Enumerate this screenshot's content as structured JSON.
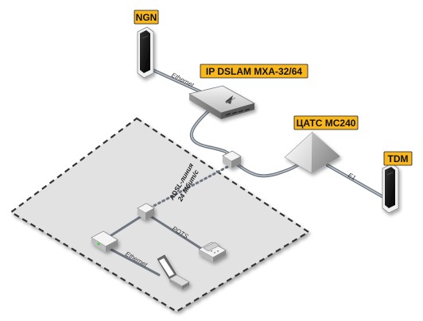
{
  "labels": {
    "ngn": "NGN",
    "dslam": "IP DSLAM MXA-32/64",
    "pbx": "ЦАТС MC240",
    "tdm": "TDM"
  },
  "links": {
    "ethernet_top": "Ethernet",
    "e1": "E1",
    "adsl_line1": "ADSL-линия",
    "adsl_line2": "24 Мбит/с",
    "pots": "POTS",
    "ethernet_bottom": "Ethernet"
  },
  "colors": {
    "tag_bg": "#f7b71d",
    "tag_text": "#111111",
    "zone_fill": "#e2e2e2",
    "zone_border": "#333333",
    "cable": "#6e7680",
    "cable_highlight": "#c2c8cf"
  }
}
